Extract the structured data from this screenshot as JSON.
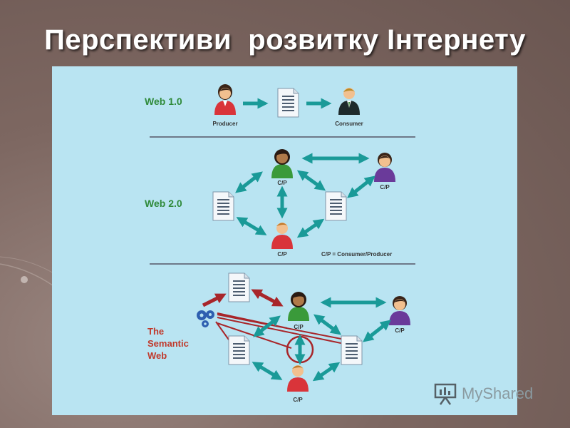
{
  "slide": {
    "title": "Перспективи  розвитку Інтернету"
  },
  "diagram": {
    "web1": {
      "label": "Web 1.0",
      "producer_label": "Producer",
      "consumer_label": "Consumer"
    },
    "web2": {
      "label": "Web 2.0",
      "cp_label": "C/P",
      "legend": "C/P = Consumer/Producer"
    },
    "semantic": {
      "label_line1": "The",
      "label_line2": "Semantic",
      "label_line3": "Web",
      "cp_label": "C/P"
    },
    "colors": {
      "panel_bg": "#b9e4f2",
      "arrow_teal": "#1a9a98",
      "arrow_red": "#a8262a",
      "web_label": "#2f8a3a",
      "semantic_label": "#c0392b"
    }
  },
  "watermark": {
    "text": "MyShared"
  }
}
